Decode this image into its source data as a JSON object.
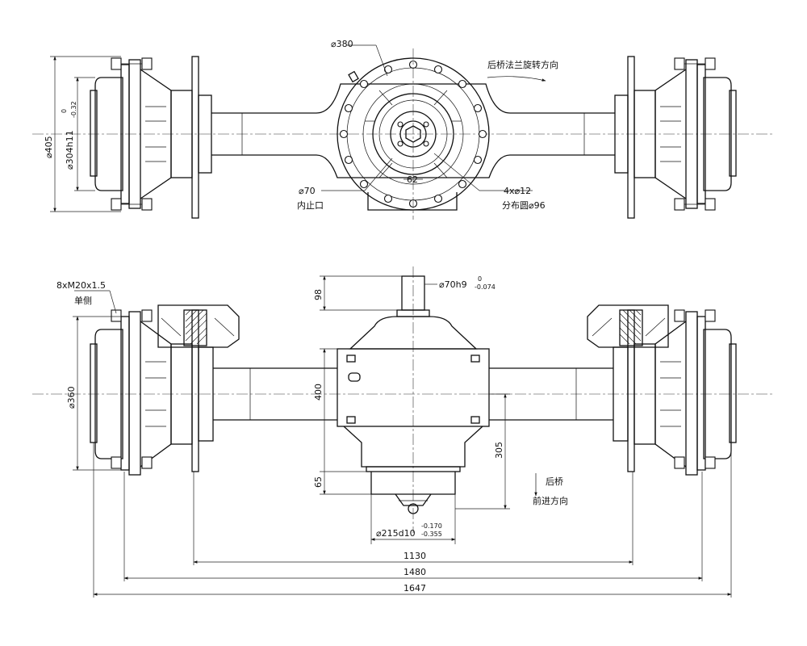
{
  "top_view": {
    "d380": "⌀380",
    "rotation_note": "后桥法兰旋转方向",
    "d405": "⌀405",
    "d304_main": "⌀304h11",
    "d304_tol_upper": "0",
    "d304_tol_lower": "-0.32",
    "d70": "⌀70",
    "inner_spigot": "内止口",
    "holes": "4x⌀12",
    "pcd": "分布圆⌀96",
    "dim62": "62"
  },
  "front_view": {
    "thread": "8xM20x1.5",
    "single_side": "单侧",
    "d70h9_main": "⌀70h9",
    "d70h9_upper": "0",
    "d70h9_lower": "-0.074",
    "dim98": "98",
    "dim400": "400",
    "dim305": "305",
    "dim65": "65",
    "d360": "⌀360",
    "rear_axle": "后桥",
    "forward": "前进方向",
    "d215_main": "⌀215d10",
    "d215_upper": "-0.170",
    "d215_lower": "-0.355",
    "dim1130": "1130",
    "dim1480": "1480",
    "dim1647": "1647"
  }
}
